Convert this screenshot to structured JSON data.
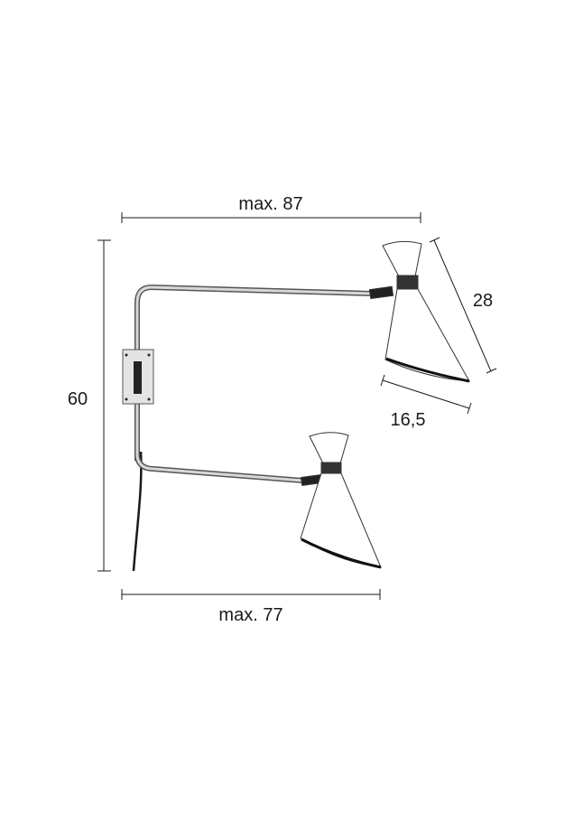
{
  "dimensions": {
    "top_width": "max. 87",
    "bottom_width": "max. 77",
    "height": "60",
    "shade_length": "28",
    "shade_diameter": "16,5"
  },
  "colors": {
    "line": "#1a1a1a",
    "arm": "#8a8a8a",
    "shade": "#ffffff"
  }
}
